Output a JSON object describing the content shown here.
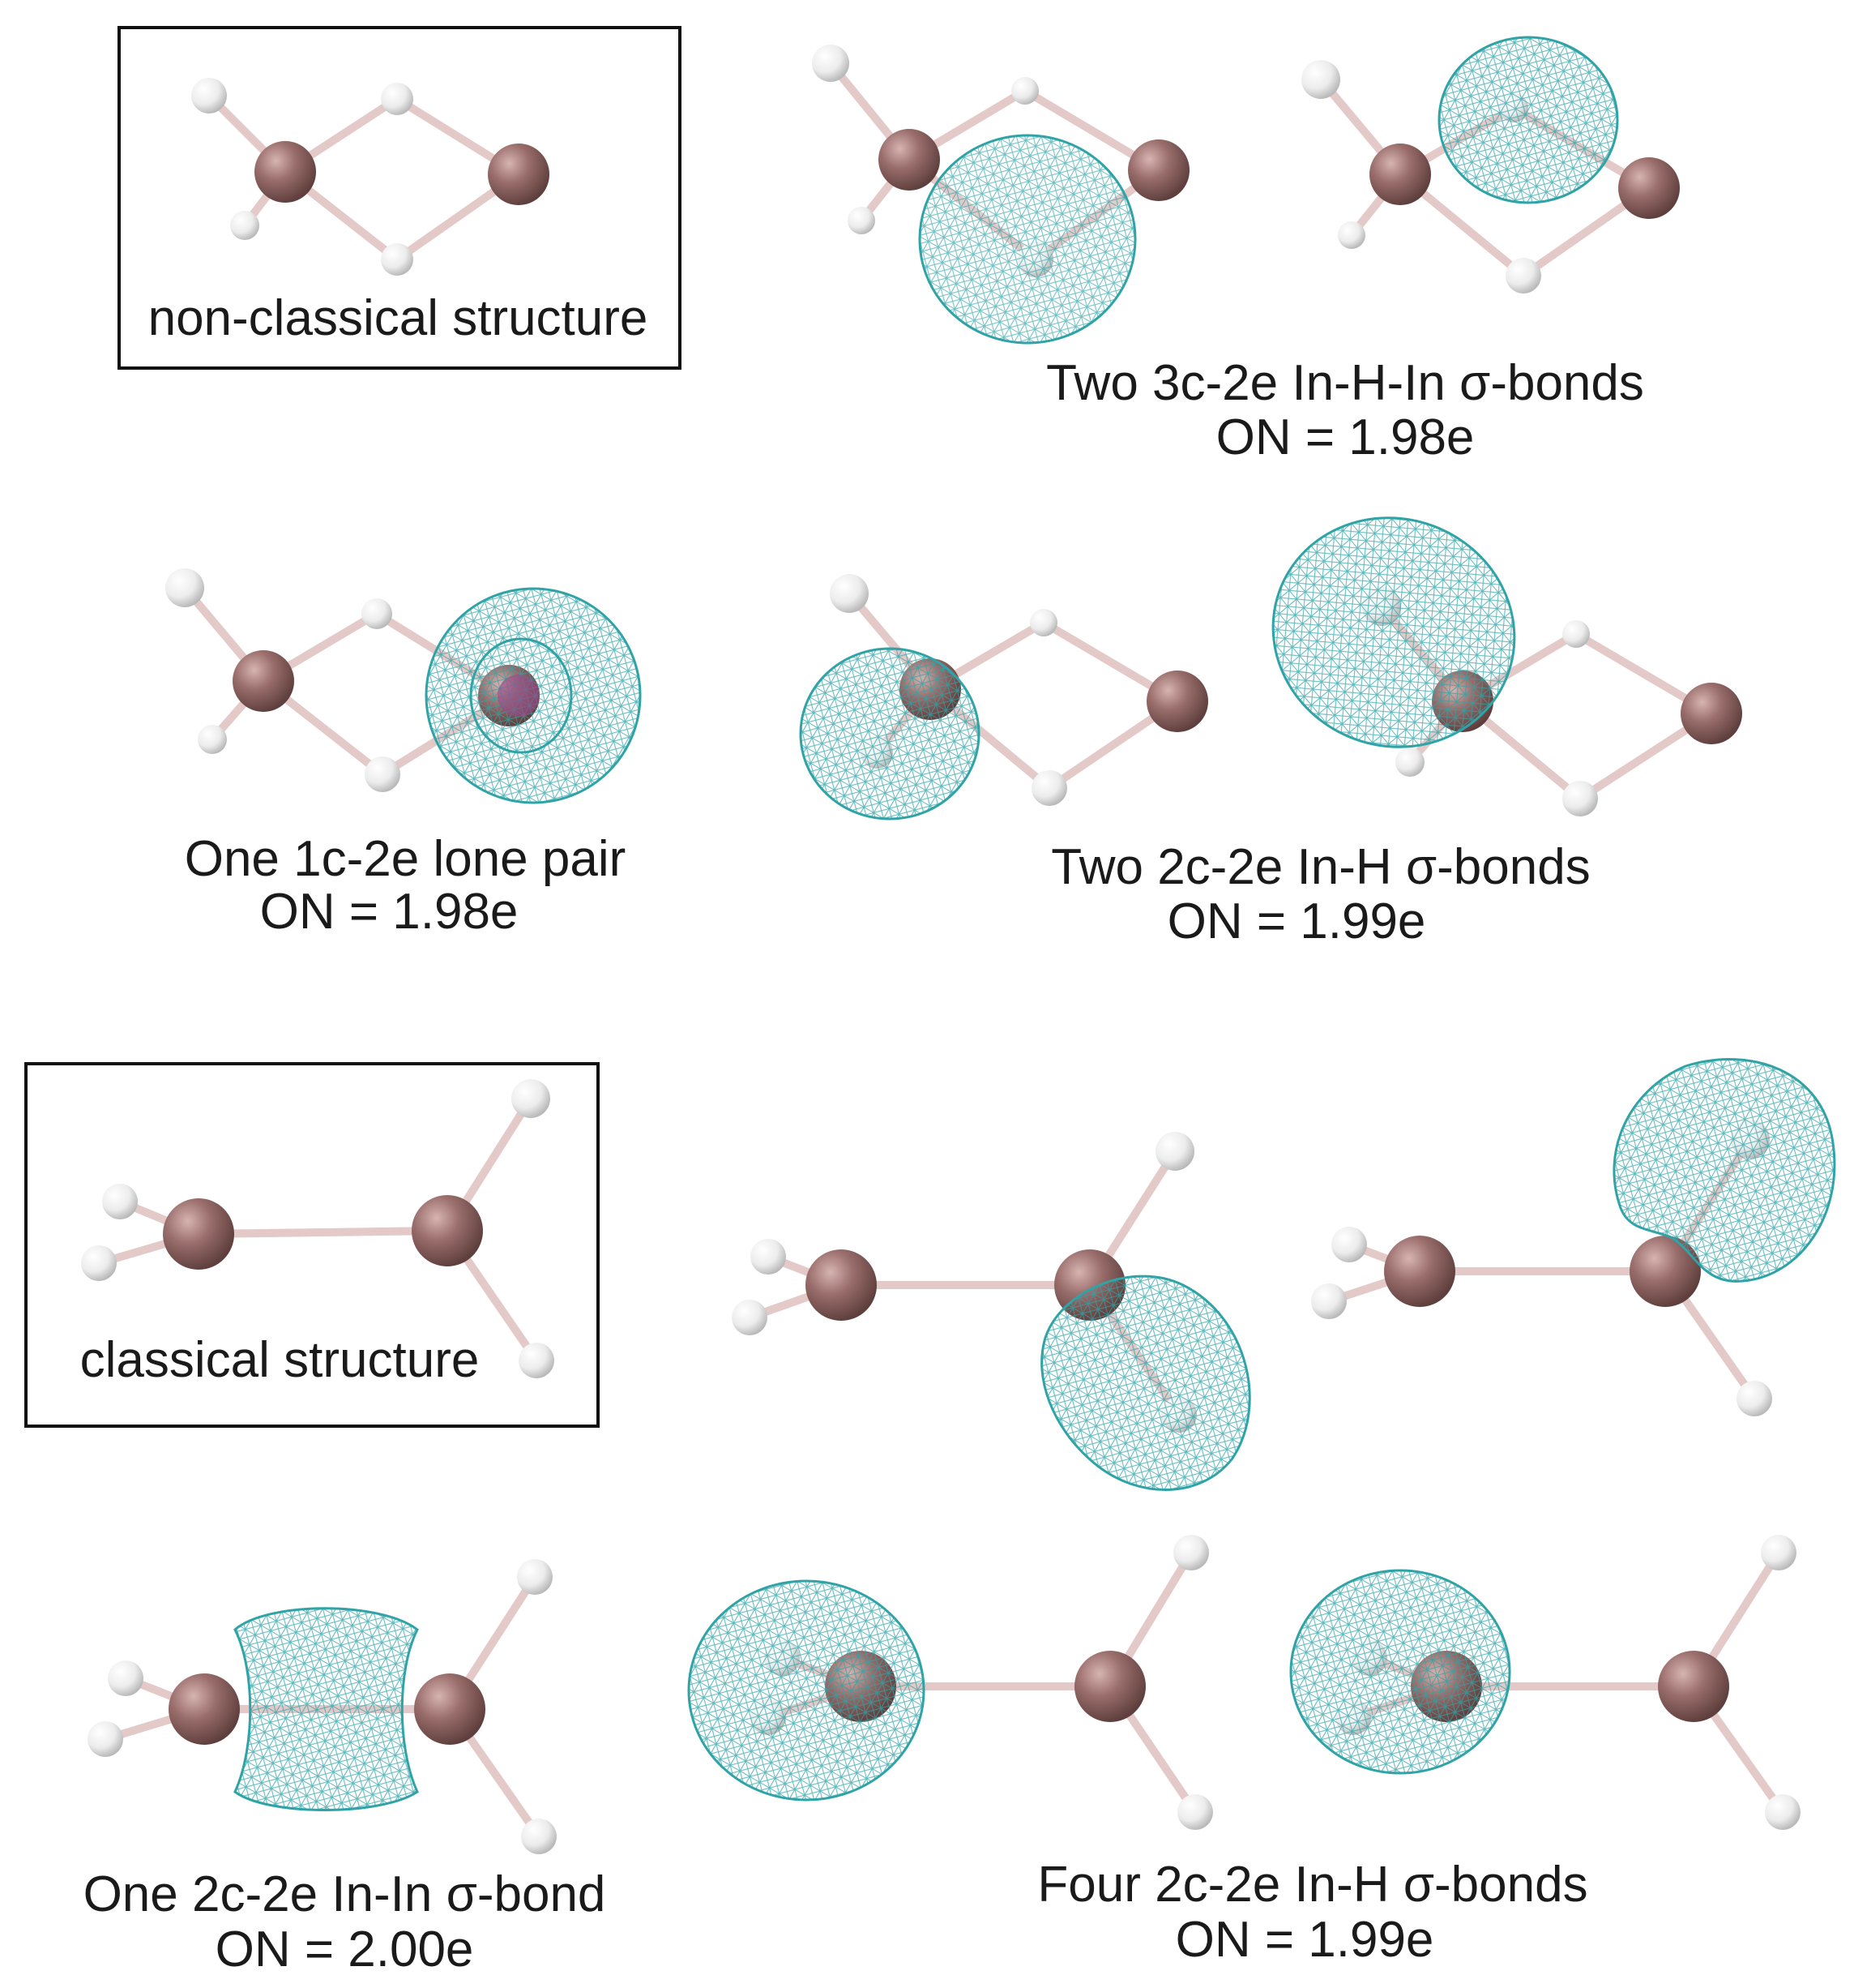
{
  "colors": {
    "indium": "#9a6e6c",
    "hydrogen": "#f2f2f2",
    "bond": "#e3c9c8",
    "isosurface": "#2fa3a6",
    "text": "#1a1a1a",
    "box_border": "#111111"
  },
  "labels": {
    "non_classical": "non-classical structure",
    "classical": "classical structure",
    "top_right_caption": "Two 3c-2e In-H-In σ-bonds",
    "top_right_on": "ON = 1.98e",
    "mid_left_caption": "One 1c-2e lone pair",
    "mid_left_on": "ON = 1.98e",
    "mid_right_caption": "Two 2c-2e In-H σ-bonds",
    "mid_right_on": "ON = 1.99e",
    "bottom_left_caption": "One 2c-2e In-In σ-bond",
    "bottom_left_on": "ON = 2.00e",
    "bottom_right_caption": "Four 2c-2e In-H σ-bonds",
    "bottom_right_on": "ON = 1.99e"
  }
}
